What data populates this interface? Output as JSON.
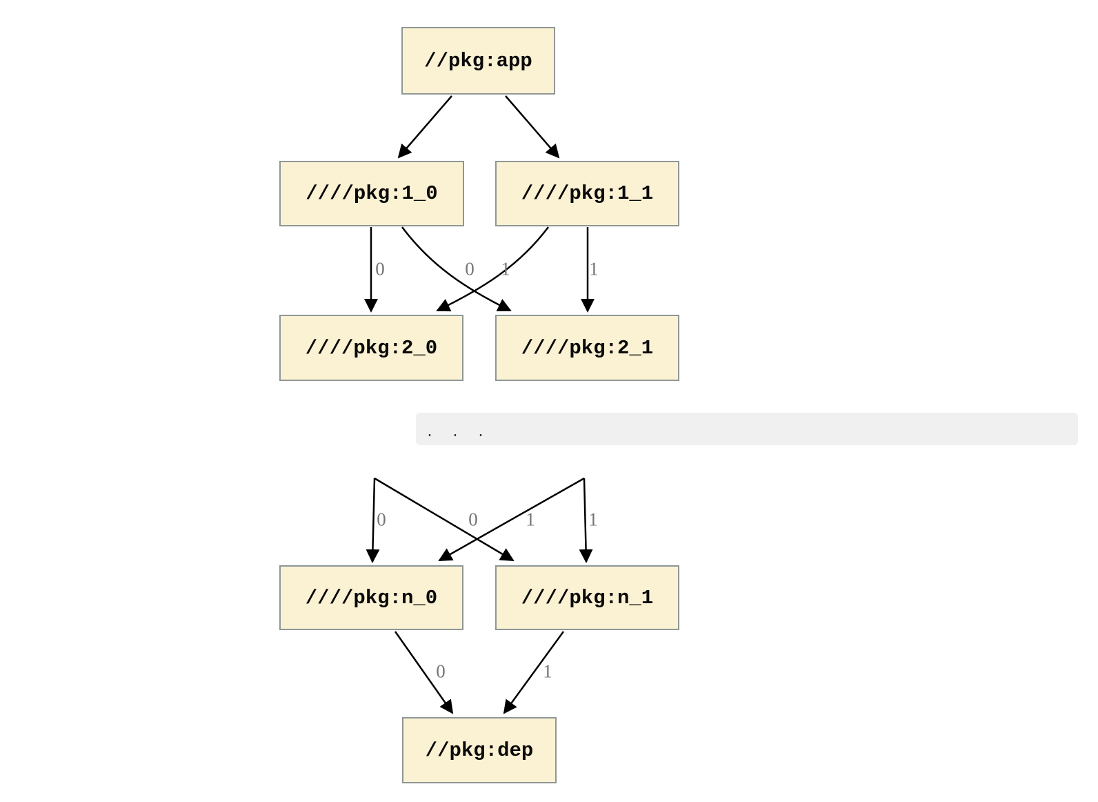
{
  "diagram": {
    "kind": "dependency-graph",
    "nodes": {
      "app": {
        "label": "//pkg:app"
      },
      "v1_0": {
        "label": "////pkg:1_0"
      },
      "v1_1": {
        "label": "////pkg:1_1"
      },
      "v2_0": {
        "label": "////pkg:2_0"
      },
      "v2_1": {
        "label": "////pkg:2_1"
      },
      "ellipsis": {
        "label": ". . ."
      },
      "vn_0": {
        "label": "////pkg:n_0"
      },
      "vn_1": {
        "label": "////pkg:n_1"
      },
      "dep": {
        "label": "//pkg:dep"
      }
    },
    "edges": [
      {
        "from": "//pkg:app",
        "to": "////pkg:1_0",
        "label": ""
      },
      {
        "from": "//pkg:app",
        "to": "////pkg:1_1",
        "label": ""
      },
      {
        "from": "////pkg:1_0",
        "to": "////pkg:2_0",
        "label": "0"
      },
      {
        "from": "////pkg:1_1",
        "to": "////pkg:2_0",
        "label": "0"
      },
      {
        "from": "////pkg:1_0",
        "to": "////pkg:2_1",
        "label": "1"
      },
      {
        "from": "////pkg:1_1",
        "to": "////pkg:2_1",
        "label": "1"
      },
      {
        "from": "...",
        "to": "////pkg:n_0",
        "label": "0"
      },
      {
        "from": "...",
        "to": "////pkg:n_0",
        "label": "0"
      },
      {
        "from": "...",
        "to": "////pkg:n_1",
        "label": "1"
      },
      {
        "from": "...",
        "to": "////pkg:n_1",
        "label": "1"
      },
      {
        "from": "////pkg:n_0",
        "to": "//pkg:dep",
        "label": "0"
      },
      {
        "from": "////pkg:n_1",
        "to": "//pkg:dep",
        "label": "1"
      }
    ],
    "colors": {
      "node_fill": "#fbf2d4",
      "node_border": "#8f9696",
      "edge": "#000000",
      "edge_label": "#757575",
      "ellipsis_background": "#f0f0f0",
      "ellipsis_text": "#333333",
      "page_background": "#ffffff"
    }
  }
}
